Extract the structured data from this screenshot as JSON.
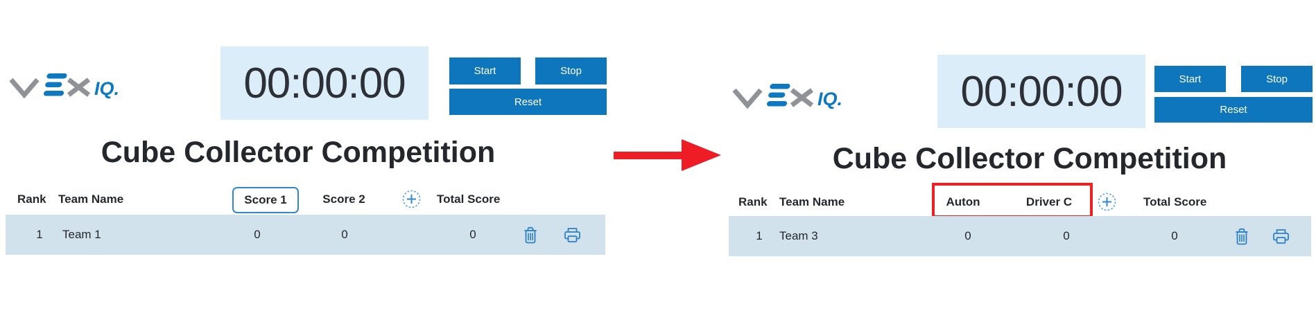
{
  "colors": {
    "accent_blue": "#0e76bd",
    "timer_background": "#dbedf8",
    "row_background": "#d2e2ec",
    "icon_blue": "#2b80c6",
    "input_border_blue": "#2f87d1",
    "highlight_red": "#ee2024",
    "arrow_red": "#ee1c24",
    "text_dark": "#24272c",
    "logo_gray": "#8f9397",
    "logo_blue": "#0c79c1"
  },
  "arrow": {
    "meaning": "before-to-after transition arrow"
  },
  "panels": [
    {
      "state": "before",
      "logo": {
        "brand": "vex",
        "sub": "IQ."
      },
      "timer": {
        "value": "00:00:00"
      },
      "buttons": {
        "start": "Start",
        "stop": "Stop",
        "reset": "Reset"
      },
      "title": "Cube Collector Competition",
      "table": {
        "headers": {
          "rank": "Rank",
          "team_name": "Team Name",
          "score1": "Score 1",
          "score2": "Score 2",
          "add_column_icon": "plus-in-dotted-circle",
          "total": "Total Score"
        },
        "rows": [
          {
            "rank": "1",
            "team_name": "Team 1",
            "score1": "0",
            "score2": "0",
            "total": "0",
            "actions": [
              "delete",
              "print"
            ]
          }
        ]
      }
    },
    {
      "state": "after",
      "logo": {
        "brand": "vex",
        "sub": "IQ."
      },
      "timer": {
        "value": "00:00:00"
      },
      "buttons": {
        "start": "Start",
        "stop": "Stop",
        "reset": "Reset"
      },
      "title": "Cube Collector Competition",
      "table": {
        "headers": {
          "rank": "Rank",
          "team_name": "Team Name",
          "score1": "Auton",
          "score2": "Driver C",
          "add_column_icon": "plus-in-dotted-circle",
          "total": "Total Score"
        },
        "highlight": "red box around renamed score columns",
        "rows": [
          {
            "rank": "1",
            "team_name": "Team 3",
            "score1": "0",
            "score2": "0",
            "total": "0",
            "actions": [
              "delete",
              "print"
            ]
          }
        ]
      }
    }
  ]
}
